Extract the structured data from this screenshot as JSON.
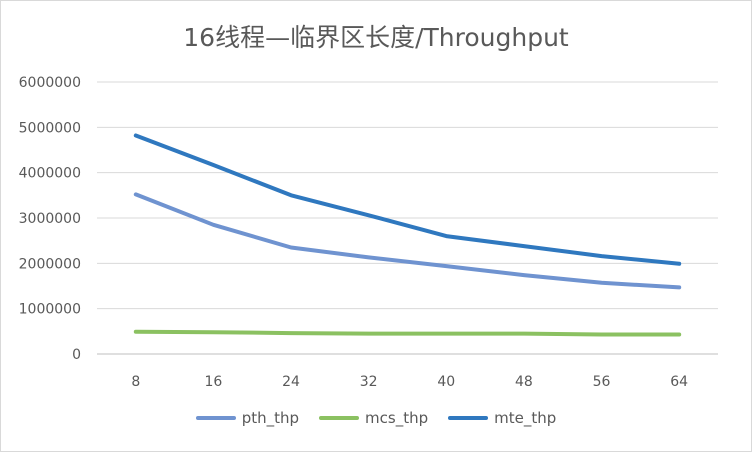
{
  "chart_data": {
    "type": "line",
    "title": "16线程—临界区长度/Throughput",
    "categories": [
      "8",
      "16",
      "24",
      "32",
      "40",
      "48",
      "56",
      "64"
    ],
    "ylim": [
      0,
      6000000
    ],
    "yticks": [
      "0",
      "1000000",
      "2000000",
      "3000000",
      "4000000",
      "5000000",
      "6000000"
    ],
    "grid": true,
    "legend_position": "bottom",
    "series": [
      {
        "name": "pth_thp",
        "color": "#6f93d0",
        "values": [
          3520000,
          2850000,
          2350000,
          2130000,
          1940000,
          1740000,
          1570000,
          1470000
        ]
      },
      {
        "name": "mcs_thp",
        "color": "#8bc161",
        "values": [
          490000,
          480000,
          460000,
          450000,
          450000,
          450000,
          430000,
          430000
        ]
      },
      {
        "name": "mte_thp",
        "color": "#2f78bf",
        "values": [
          4820000,
          4170000,
          3500000,
          3060000,
          2600000,
          2380000,
          2160000,
          1990000
        ]
      }
    ]
  }
}
